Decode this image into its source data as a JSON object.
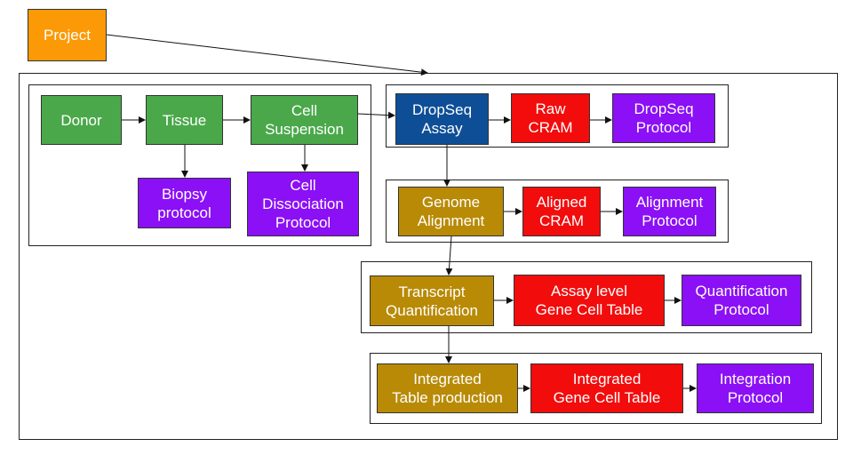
{
  "nodes": {
    "project": "Project",
    "donor": "Donor",
    "tissue": "Tissue",
    "cell_suspension": "Cell\nSuspension",
    "biopsy_protocol": "Biopsy\nprotocol",
    "cell_dissociation_protocol": "Cell\nDissociation\nProtocol",
    "dropseq_assay": "DropSeq\nAssay",
    "raw_cram": "Raw\nCRAM",
    "dropseq_protocol": "DropSeq\nProtocol",
    "genome_alignment": "Genome\nAlignment",
    "aligned_cram": "Aligned\nCRAM",
    "alignment_protocol": "Alignment\nProtocol",
    "transcript_quantification": "Transcript\nQuantification",
    "assay_level_gene_cell_table": "Assay level\nGene Cell Table",
    "quantification_protocol": "Quantification\nProtocol",
    "integrated_table_production": "Integrated\nTable production",
    "integrated_gene_cell_table": "Integrated\nGene Cell Table",
    "integration_protocol": "Integration\nProtocol"
  },
  "colors": {
    "biomaterial": "#4aa84a",
    "protocol": "#8b10f5",
    "file": "#f20c0c",
    "assay": "#0e4e96",
    "process": "#b88a06",
    "project": "#fb9a06"
  }
}
